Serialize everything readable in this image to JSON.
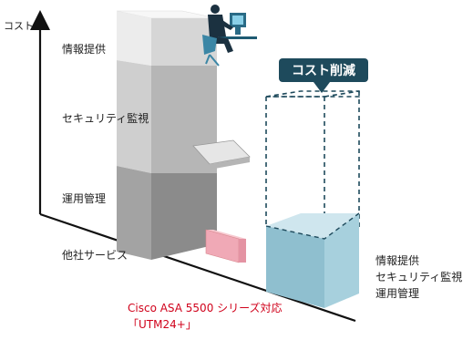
{
  "y_axis_label": "コスト",
  "left_stack": {
    "layers": [
      "情報提供",
      "セキュリティ監視",
      "運用管理"
    ],
    "other_services": "他社サービス"
  },
  "callout": "コスト削減",
  "right_stack_labels": [
    "情報提供",
    "セキュリティ監視",
    "運用管理"
  ],
  "product_caption": {
    "line1": "Cisco ASA 5500 シリーズ対応",
    "line2": "「UTM24+」"
  },
  "colors": {
    "axis": "#111111",
    "block_top": "#f1f1f1",
    "block_mid": "#c9c9c9",
    "block_low": "#9b9b9b",
    "blue_box": "#8fbfcf",
    "callout_bg": "#1e4a5c",
    "caption": "#d0021b"
  }
}
